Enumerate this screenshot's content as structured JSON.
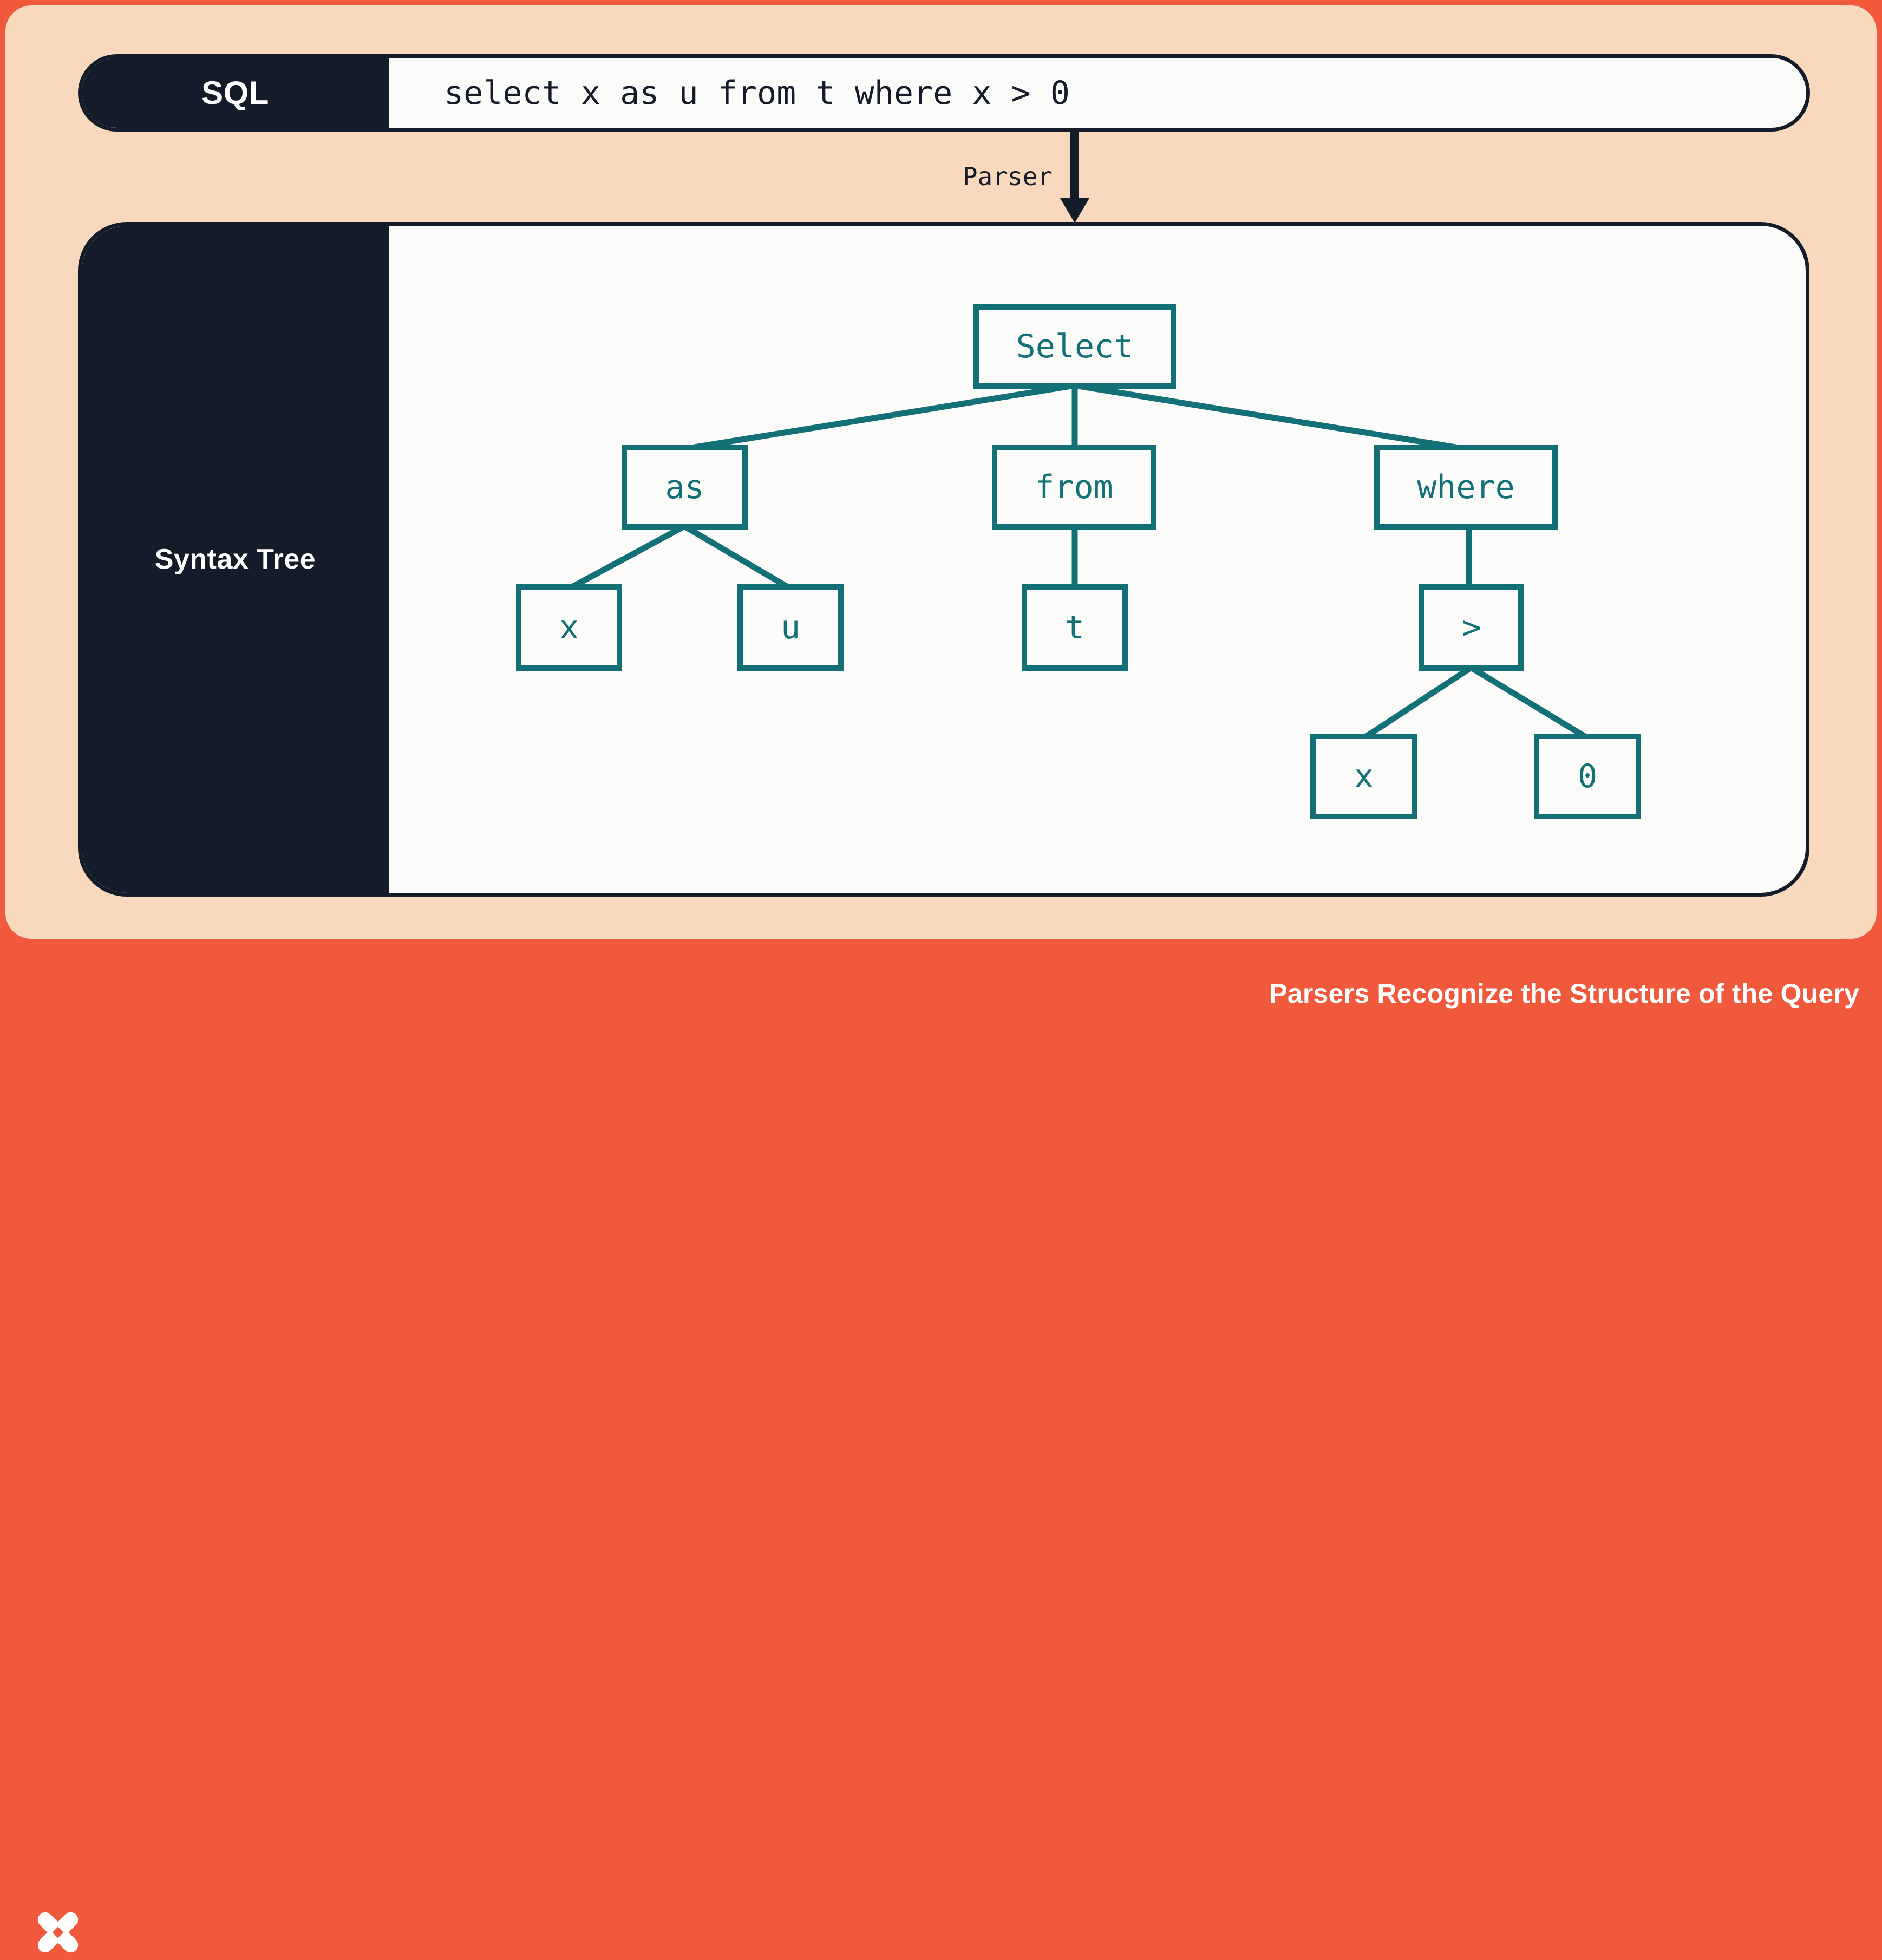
{
  "colors": {
    "frame_coral": "#f0593c",
    "background_peach": "#f8d9be",
    "ink_navy": "#141b29",
    "paper_white": "#fbfbfa",
    "tree_teal": "#127076"
  },
  "sql_bar": {
    "label": "SQL",
    "query": "select x as u from t where x > 0"
  },
  "parser": {
    "label": "Parser"
  },
  "syntax_tree": {
    "panel_label": "Syntax Tree",
    "root": {
      "label": "Select",
      "children": [
        {
          "label": "as",
          "children": [
            {
              "label": "x"
            },
            {
              "label": "u"
            }
          ]
        },
        {
          "label": "from",
          "children": [
            {
              "label": "t"
            }
          ]
        },
        {
          "label": "where",
          "children": [
            {
              "label": ">",
              "children": [
                {
                  "label": "x"
                },
                {
                  "label": "0"
                }
              ]
            }
          ]
        }
      ]
    }
  },
  "footer": {
    "logo": "dolt-star-logo",
    "title": "Parsers Recognize the Structure of the Query"
  }
}
